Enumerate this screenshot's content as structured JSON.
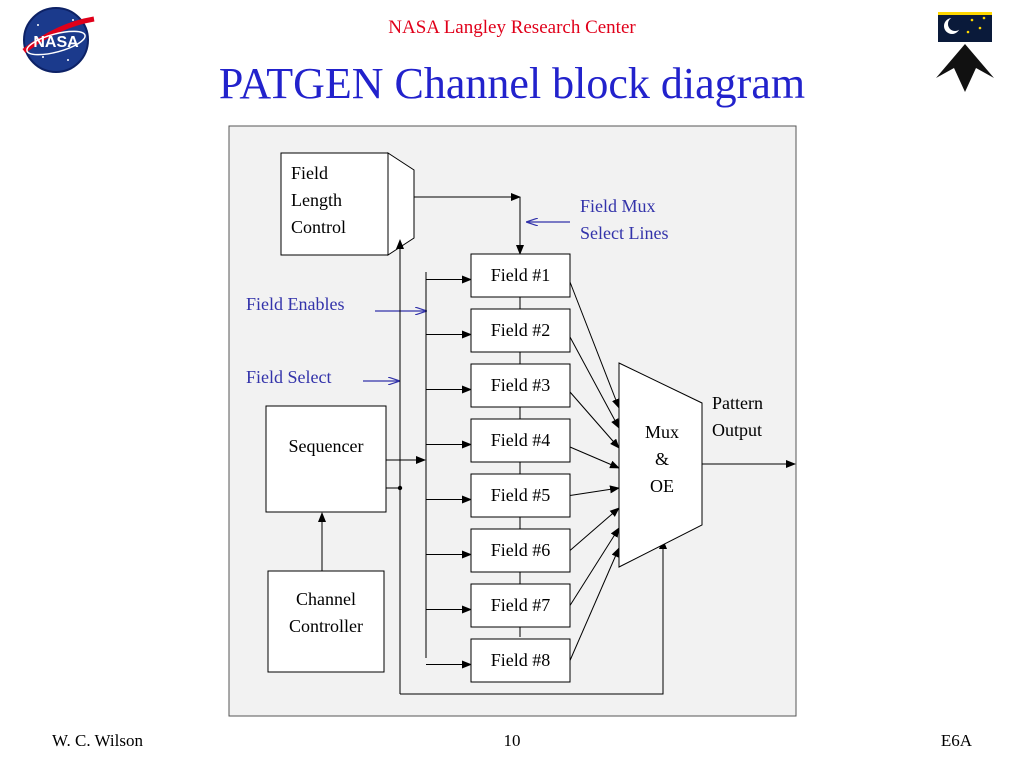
{
  "header": {
    "organization": "NASA Langley Research Center",
    "title": "PATGEN Channel block diagram"
  },
  "logos": {
    "left_logo": "NASA",
    "right_logo": "insignia-icon"
  },
  "diagram": {
    "field_length_control": [
      "Field",
      "Length",
      "Control"
    ],
    "field_mux_label": [
      "Field Mux",
      "Select Lines"
    ],
    "field_enables_label": "Field Enables",
    "field_select_label": "Field Select",
    "sequencer_label": "Sequencer",
    "channel_controller_label": [
      "Channel",
      "Controller"
    ],
    "fields": [
      "Field #1",
      "Field #2",
      "Field #3",
      "Field #4",
      "Field #5",
      "Field #6",
      "Field #7",
      "Field #8"
    ],
    "mux_label": [
      "Mux",
      "&",
      "OE"
    ],
    "pattern_output_label": [
      "Pattern",
      "Output"
    ]
  },
  "footer": {
    "author": "W. C. Wilson",
    "page_number": "10",
    "slide_code": "E6A"
  },
  "colors": {
    "org_text": "#e0001a",
    "title_text": "#2222cc",
    "annotation_text": "#3333aa",
    "diagram_background": "#f2f2f2"
  }
}
